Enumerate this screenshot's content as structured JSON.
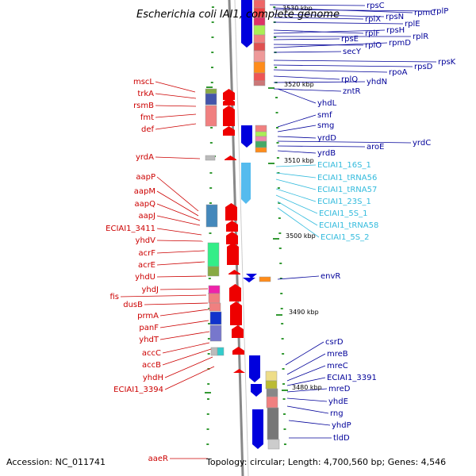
{
  "title": "Escherichia coli IAI1, complete genome",
  "footer": {
    "accession": "Accession: NC_011741",
    "summary": "Topology: circular; Length: 4,700,560 bp; Genes: 4,546"
  },
  "colors": {
    "left_labels": "#cc0000",
    "right_labels_protein": "#000099",
    "right_labels_rna": "#33bbdd",
    "forward_arrow": "#ee0000",
    "reverse_arrow": "#0000dd",
    "rna_arrow": "#55bbee",
    "tick": "#339933",
    "backbone": "#888888"
  },
  "scale_labels": [
    "3530 kbp",
    "3520 kbp",
    "3510 kbp",
    "3500 kbp",
    "3490 kbp",
    "3480 kbp"
  ],
  "left_labels": [
    "mscL",
    "trkA",
    "rsmB",
    "fmt",
    "def",
    "yrdA",
    "aapP",
    "aapM",
    "aapQ",
    "aapJ",
    "ECIAI1_3411",
    "yhdV",
    "acrF",
    "acrE",
    "yhdU",
    "yhdJ",
    "fis",
    "dusB",
    "prmA",
    "panF",
    "yhdT",
    "accC",
    "accB",
    "yhdH",
    "ECIAI1_3394",
    "aaeR"
  ],
  "right_labels": [
    "rpsC",
    "rpmC",
    "rplP",
    "rpsN",
    "rplX",
    "rplE",
    "rplF",
    "rpsH",
    "rplR",
    "rpsE",
    "rplO",
    "rpmD",
    "secY",
    "rpsK",
    "rpsD",
    "rpoA",
    "rplQ",
    "yhdN",
    "zntR",
    "yhdL",
    "smf",
    "smg",
    "yrdD",
    "yrdC",
    "aroE",
    "yrdB",
    "ECIAI1_16S_1",
    "ECIAI1_tRNA56",
    "ECIAI1_tRNA57",
    "ECIAI1_23S_1",
    "ECIAI1_5S_1",
    "ECIAI1_tRNA58",
    "ECIAI1_5S_2",
    "envR",
    "csrD",
    "mreB",
    "mreC",
    "ECIAI1_3391",
    "mreD",
    "yhdE",
    "rng",
    "yhdP",
    "tldD"
  ]
}
